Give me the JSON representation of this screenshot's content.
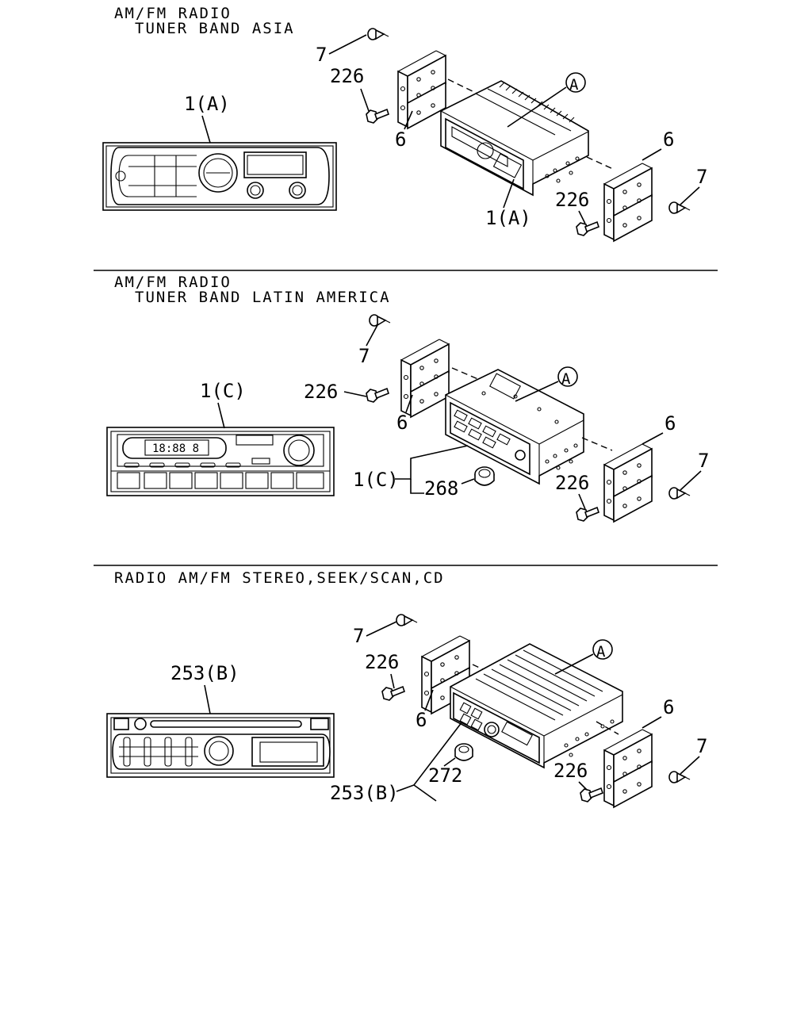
{
  "sections": [
    {
      "title_line1": "AM/FM RADIO",
      "title_line2": "TUNER BAND ASIA",
      "callouts": {
        "front_view": "1(A)",
        "unit": "1(A)",
        "screw_upper": "7",
        "bolt_upper": "226",
        "bracket_left": "6",
        "bracket_right": "6",
        "bolt_lower": "226",
        "screw_lower": "7",
        "view_mark": "A"
      }
    },
    {
      "title_line1": "AM/FM RADIO",
      "title_line2": "TUNER BAND LATIN AMERICA",
      "display_text": "18:88 8",
      "callouts": {
        "front_view": "1(C)",
        "unit": "1(C)",
        "knob": "268",
        "screw_upper": "7",
        "bolt_upper": "226",
        "bracket_left": "6",
        "bracket_right": "6",
        "bolt_lower": "226",
        "screw_lower": "7",
        "view_mark": "A"
      }
    },
    {
      "title_line1": "RADIO AM/FM STEREO,SEEK/SCAN,CD",
      "callouts": {
        "front_view": "253(B)",
        "unit": "253(B)",
        "knob": "272",
        "screw_upper": "7",
        "bolt_upper": "226",
        "bracket_left": "6",
        "bracket_right": "6",
        "bolt_lower": "226",
        "screw_lower": "7",
        "view_mark": "A"
      }
    }
  ]
}
